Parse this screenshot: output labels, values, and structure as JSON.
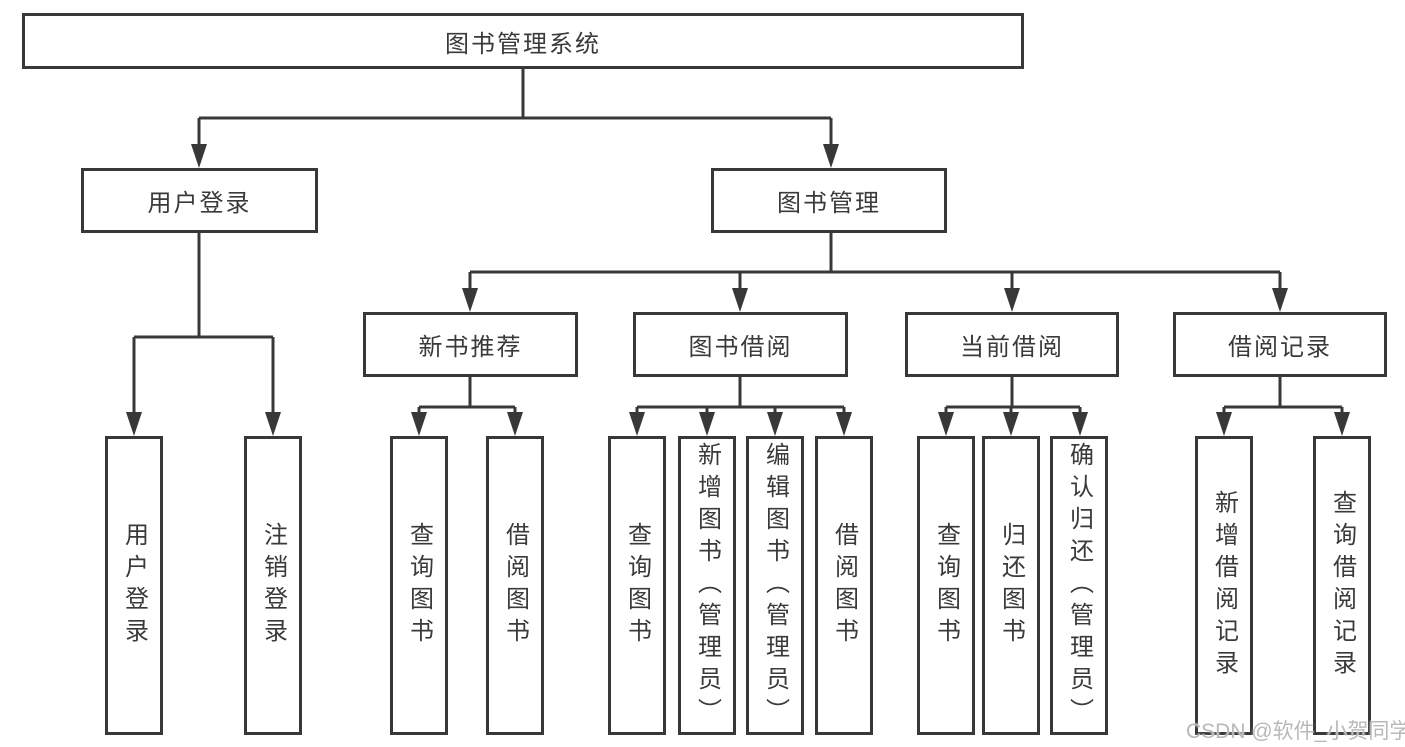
{
  "diagram": {
    "root": {
      "label": "图书管理系统"
    },
    "level2": [
      {
        "label": "用户登录"
      },
      {
        "label": "图书管理"
      }
    ],
    "level3": [
      {
        "label": "新书推荐"
      },
      {
        "label": "图书借阅"
      },
      {
        "label": "当前借阅"
      },
      {
        "label": "借阅记录"
      }
    ],
    "leaves": {
      "user_login": [
        {
          "label": "用户登录"
        },
        {
          "label": "注销登录"
        }
      ],
      "new_book": [
        {
          "label": "查询图书"
        },
        {
          "label": "借阅图书"
        }
      ],
      "book_borrow": [
        {
          "label": "查询图书"
        },
        {
          "label": "新增图书（管理员）"
        },
        {
          "label": "编辑图书（管理员）"
        },
        {
          "label": "借阅图书"
        }
      ],
      "current_borrow": [
        {
          "label": "查询图书"
        },
        {
          "label": "归还图书"
        },
        {
          "label": "确认归还（管理员）"
        }
      ],
      "borrow_record": [
        {
          "label": "新增借阅记录"
        },
        {
          "label": "查询借阅记录"
        }
      ]
    },
    "colors": {
      "line": "#383838",
      "border": "#383838",
      "text": "#3a3a3a",
      "background": "#ffffff",
      "watermark": "#b9b9b9"
    }
  },
  "watermark": {
    "text": "CSDN @软件_小贺同学"
  }
}
